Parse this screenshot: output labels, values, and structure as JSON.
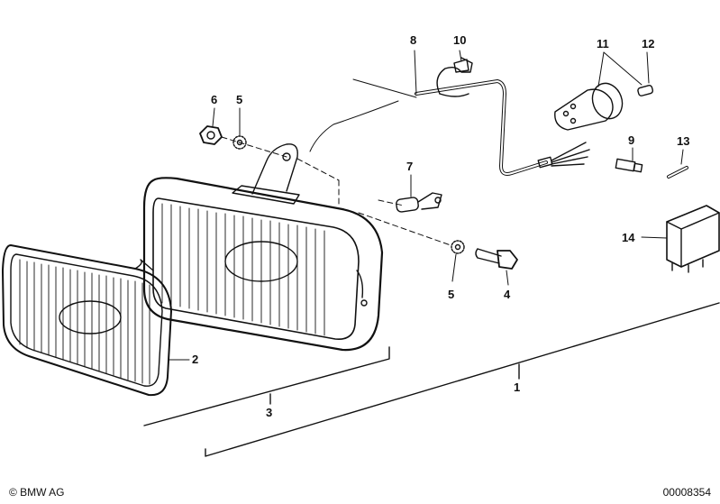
{
  "diagram": {
    "callouts": {
      "c1": "1",
      "c2": "2",
      "c3": "3",
      "c4": "4",
      "c5a": "5",
      "c5b": "5",
      "c6": "6",
      "c7": "7",
      "c8": "8",
      "c9": "9",
      "c10": "10",
      "c11": "11",
      "c12": "12",
      "c13": "13",
      "c14": "14"
    },
    "footer": {
      "copyright": "© BMW AG",
      "document_number": "00008354"
    }
  },
  "colors": {
    "ink": "#111111",
    "background": "#ffffff"
  }
}
